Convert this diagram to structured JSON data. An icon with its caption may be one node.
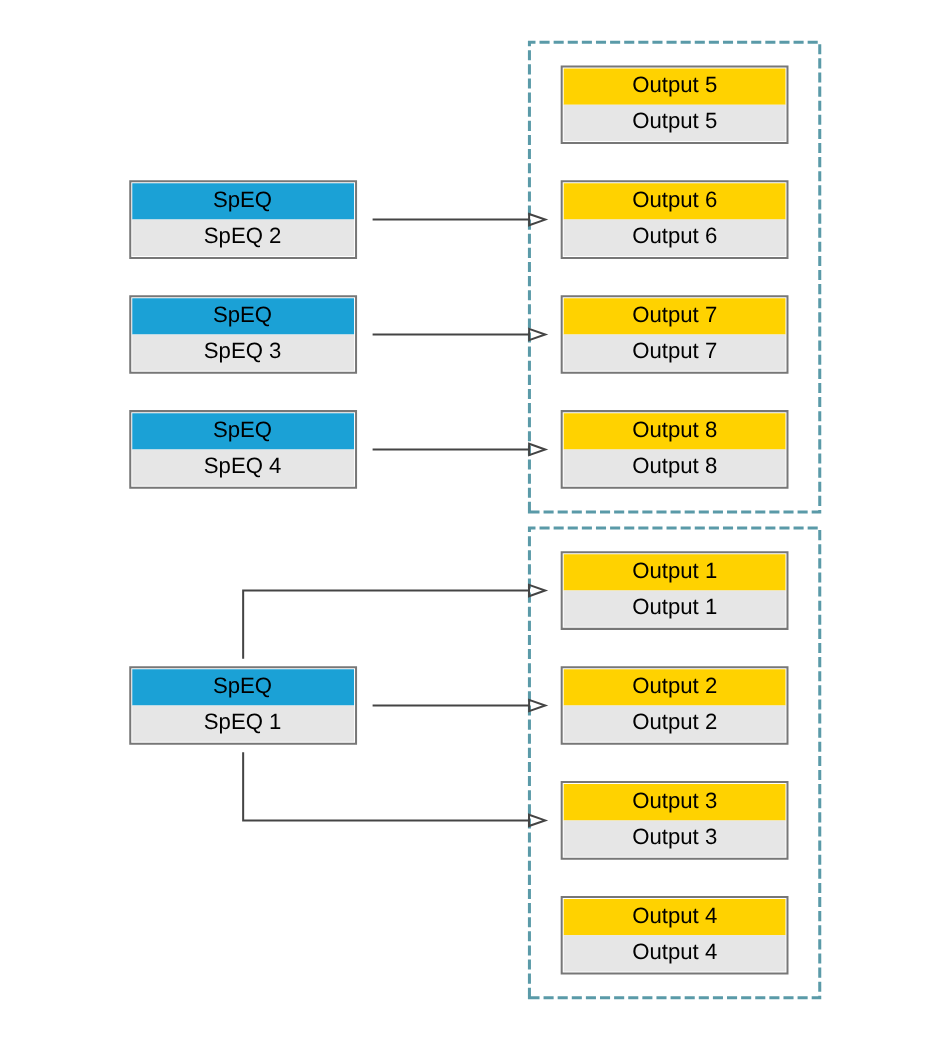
{
  "diagram": {
    "nodes": [
      {
        "text": [],
        "shape": "box"
      },
      {
        "text": [
          "Output 1",
          "Output 1"
        ],
        "in": 0
      },
      {
        "text": [
          "Output 2",
          "Output 2"
        ],
        "in": 0
      },
      {
        "text": [
          "Output 3",
          "Output 3"
        ],
        "in": 0
      },
      {
        "text": [
          "Output 4",
          "Output 4"
        ],
        "in": 0
      },
      {
        "text": [],
        "shape": "box"
      },
      {
        "text": [
          "Output 5",
          "Output 5"
        ],
        "in": 5
      },
      {
        "text": [
          "Output 6",
          "Output 6"
        ],
        "in": 5
      },
      {
        "text": [
          "Output 7",
          "Output 7"
        ],
        "in": 5
      },
      {
        "text": [
          "Output 8",
          "Output 8"
        ],
        "in": 5
      },
      {
        "text": [
          "SpEQ",
          "SpEQ 1"
        ]
      },
      {
        "text": [
          "SpEQ",
          "SpEQ 2"
        ]
      },
      {
        "text": [
          "SpEQ",
          "SpEQ 3"
        ]
      },
      {
        "text": [
          "SpEQ",
          "SpEQ 4"
        ]
      }
    ],
    "edges": [
      {
        "from": 10,
        "to": 1,
        "arrow": "to"
      },
      {
        "from": 10,
        "to": 2,
        "arrow": "to"
      },
      {
        "from": 10,
        "to": 3,
        "arrow": "to"
      },
      {
        "from": 11,
        "to": 7,
        "arrow": "to"
      },
      {
        "from": 12,
        "to": 8,
        "arrow": "to"
      },
      {
        "from": 13,
        "to": 9,
        "arrow": "to"
      }
    ]
  }
}
